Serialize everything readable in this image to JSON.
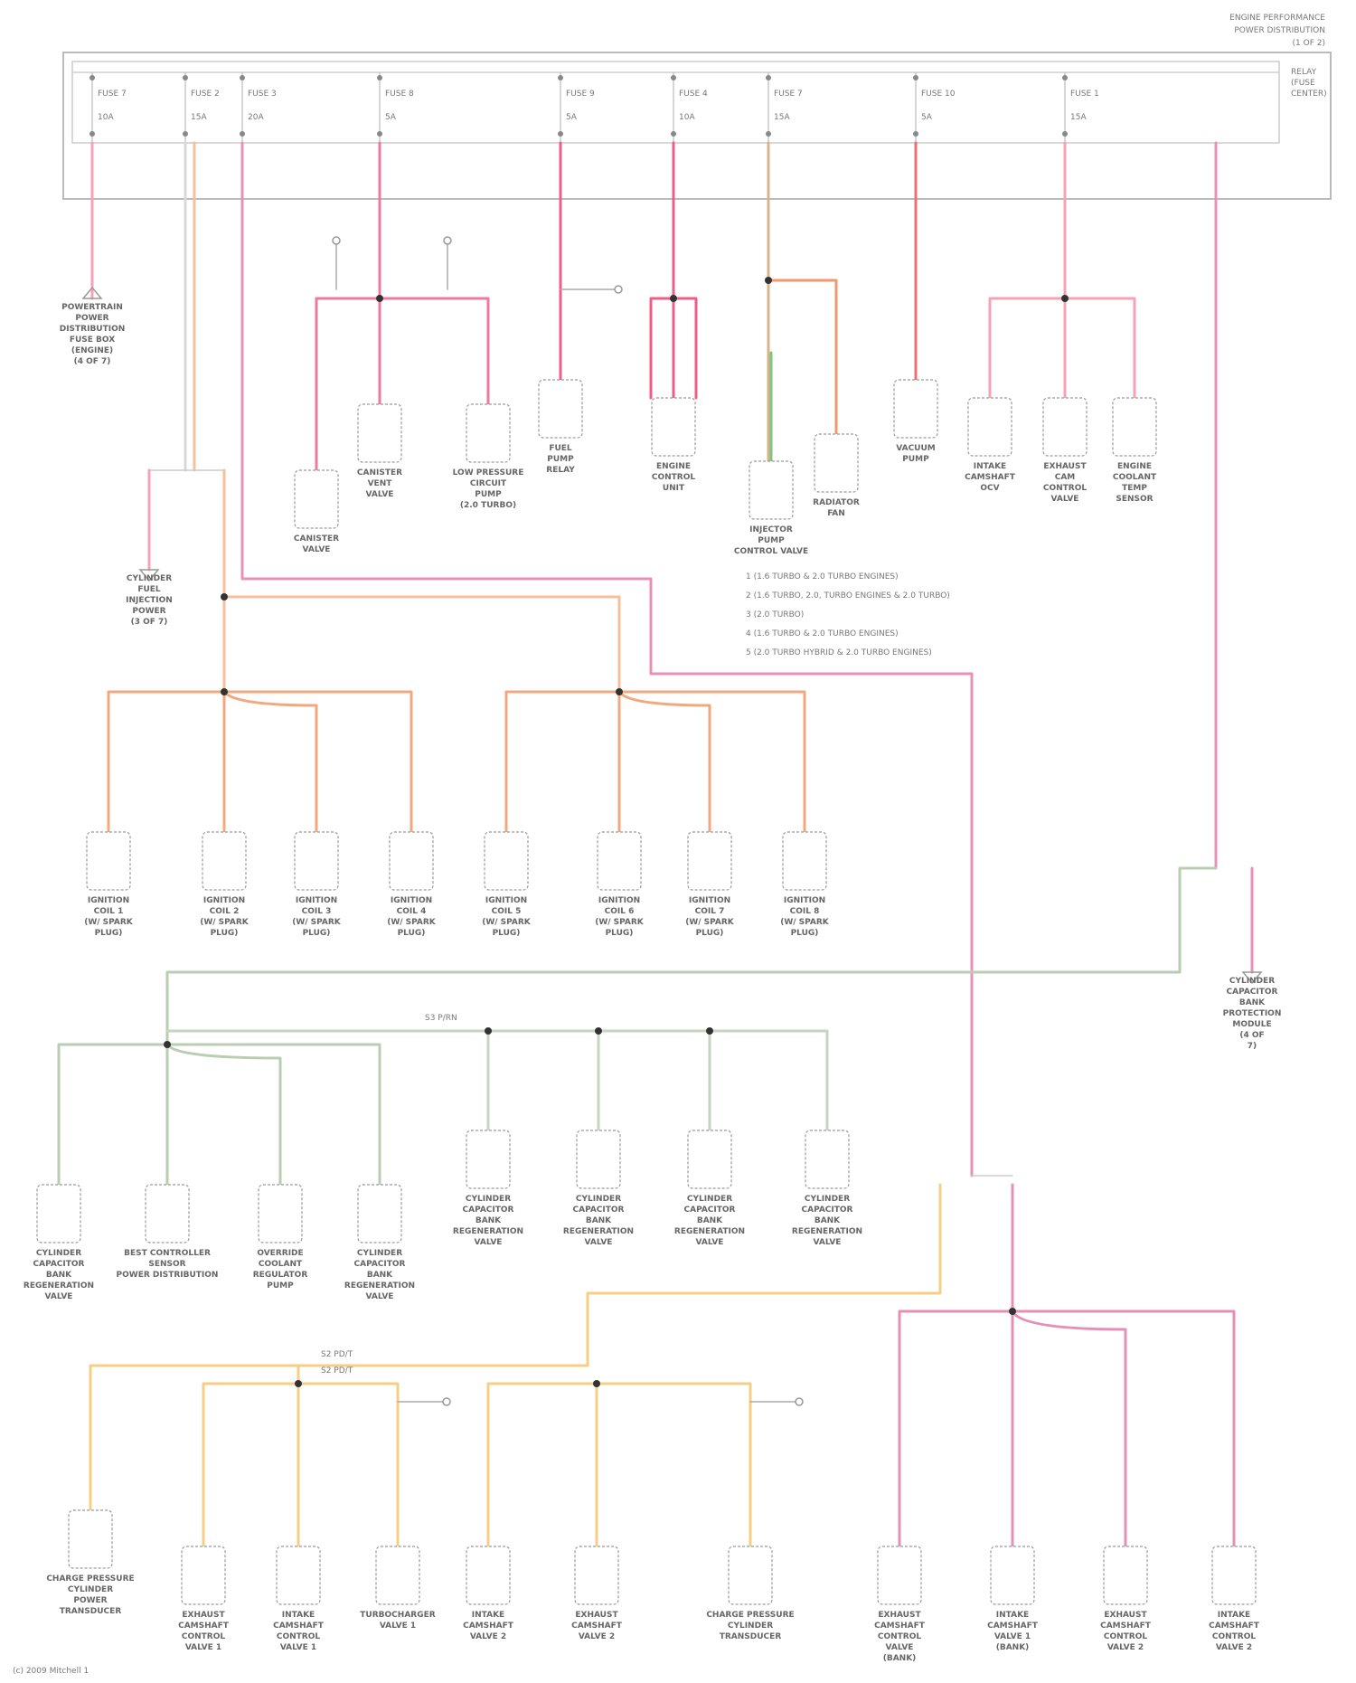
{
  "header": {
    "title_lines": [
      "ENGINE PERFORMANCE",
      "POWER DISTRIBUTION",
      "(1 OF 2)"
    ]
  },
  "fuse_box": {
    "label_lines": [
      "RELAY",
      "(FUSE",
      "CENTER)"
    ],
    "fuses": [
      {
        "label": "FUSE 7",
        "rating": "10A"
      },
      {
        "label": "FUSE 2",
        "rating": "15A"
      },
      {
        "label": "FUSE 3",
        "rating": "20A"
      },
      {
        "label": "FUSE 8",
        "rating": "5A"
      },
      {
        "label": "FUSE 9",
        "rating": "5A"
      },
      {
        "label": "FUSE 4",
        "rating": "10A"
      },
      {
        "label": "FUSE 7",
        "rating": "15A"
      },
      {
        "label": "FUSE 10",
        "rating": "5A"
      },
      {
        "label": "FUSE 1",
        "rating": "15A"
      }
    ]
  },
  "notes": [
    "1  (1.6 TURBO & 2.0 TURBO ENGINES)",
    "2  (1.6 TURBO, 2.0, TURBO ENGINES & 2.0 TURBO)",
    "3  (2.0 TURBO)",
    "4  (1.6 TURBO & 2.0 TURBO ENGINES)",
    "5  (2.0 TURBO HYBRID & 2.0 TURBO ENGINES)"
  ],
  "components": [
    {
      "id": "pdb",
      "lines": [
        "POWERTRAIN",
        "POWER",
        "DISTRIBUTION",
        "FUSE BOX",
        "(ENGINE)",
        "(4 OF 7)"
      ]
    },
    {
      "id": "fcl",
      "lines": [
        "CYLINDER",
        "FUEL",
        "INJECTION",
        "POWER",
        "(3 OF 7)"
      ]
    },
    {
      "id": "cv",
      "lines": [
        "CANISTER",
        "VALVE"
      ]
    },
    {
      "id": "cvv",
      "lines": [
        "CANISTER",
        "VENT",
        "VALVE"
      ]
    },
    {
      "id": "lcs",
      "lines": [
        "LOW PRESSURE",
        "CIRCUIT",
        "PUMP",
        "(2.0 TURBO)"
      ]
    },
    {
      "id": "fuel",
      "lines": [
        "FUEL",
        "PUMP",
        "RELAY"
      ]
    },
    {
      "id": "ecm",
      "lines": [
        "ENGINE",
        "CONTROL",
        "UNIT"
      ]
    },
    {
      "id": "inj",
      "lines": [
        "INJECTOR",
        "PUMP",
        "CONTROL VALVE"
      ]
    },
    {
      "id": "fan",
      "lines": [
        "RADIATOR",
        "FAN"
      ]
    },
    {
      "id": "vtl",
      "lines": [
        "VACUUM",
        "PUMP"
      ]
    },
    {
      "id": "ocv1",
      "lines": [
        "INTAKE",
        "CAMSHAFT",
        "OCV"
      ]
    },
    {
      "id": "ocv2",
      "lines": [
        "EXHAUST",
        "CAM",
        "CONTROL",
        "VALVE"
      ]
    },
    {
      "id": "ocv3",
      "lines": [
        "ENGINE",
        "COOLANT",
        "TEMP",
        "SENSOR"
      ]
    },
    {
      "id": "ic1",
      "lines": [
        "IGNITION",
        "COIL 1",
        "(W/ SPARK",
        "PLUG)"
      ]
    },
    {
      "id": "ic2",
      "lines": [
        "IGNITION",
        "COIL 2",
        "(W/ SPARK",
        "PLUG)"
      ]
    },
    {
      "id": "ic3",
      "lines": [
        "IGNITION",
        "COIL 3",
        "(W/ SPARK",
        "PLUG)"
      ]
    },
    {
      "id": "ic4",
      "lines": [
        "IGNITION",
        "COIL 4",
        "(W/ SPARK",
        "PLUG)"
      ]
    },
    {
      "id": "ic5",
      "lines": [
        "IGNITION",
        "COIL 5",
        "(W/ SPARK",
        "PLUG)"
      ]
    },
    {
      "id": "ic6",
      "lines": [
        "IGNITION",
        "COIL 6",
        "(W/ SPARK",
        "PLUG)"
      ]
    },
    {
      "id": "ic7",
      "lines": [
        "IGNITION",
        "COIL 7",
        "(W/ SPARK",
        "PLUG)"
      ]
    },
    {
      "id": "ic8",
      "lines": [
        "IGNITION",
        "COIL 8",
        "(W/ SPARK",
        "PLUG)"
      ]
    },
    {
      "id": "spl",
      "lines": [
        "CYLINDER",
        "CAPACITOR",
        "BANK",
        "PROTECTION",
        "MODULE",
        "(4 OF",
        "7)"
      ]
    },
    {
      "id": "o1",
      "lines": [
        "CYLINDER",
        "CAPACITOR",
        "BANK",
        "REGENERATION",
        "VALVE"
      ]
    },
    {
      "id": "o2",
      "lines": [
        "BEST CONTROLLER",
        "SENSOR",
        "POWER DISTRIBUTION"
      ]
    },
    {
      "id": "o3",
      "lines": [
        "OVERRIDE",
        "COOLANT",
        "REGULATOR",
        "PUMP"
      ]
    },
    {
      "id": "o4",
      "lines": [
        "CYLINDER",
        "CAPACITOR",
        "BANK",
        "REGENERATION",
        "VALVE"
      ]
    },
    {
      "id": "o5",
      "lines": [
        "CYLINDER",
        "CAPACITOR",
        "BANK",
        "REGENERATION",
        "VALVE"
      ]
    },
    {
      "id": "o6",
      "lines": [
        "CYLINDER",
        "CAPACITOR",
        "BANK",
        "REGENERATION",
        "VALVE"
      ]
    },
    {
      "id": "o7",
      "lines": [
        "CYLINDER",
        "CAPACITOR",
        "BANK",
        "REGENERATION",
        "VALVE"
      ]
    },
    {
      "id": "o8",
      "lines": [
        "CYLINDER",
        "CAPACITOR",
        "BANK",
        "REGENERATION",
        "VALVE"
      ]
    },
    {
      "id": "y1",
      "lines": [
        "CHARGE PRESSURE",
        "CYLINDER",
        "POWER",
        "TRANSDUCER"
      ]
    },
    {
      "id": "y2",
      "lines": [
        "EXHAUST",
        "CAMSHAFT",
        "CONTROL",
        "VALVE 1"
      ]
    },
    {
      "id": "y3",
      "lines": [
        "INTAKE",
        "CAMSHAFT",
        "CONTROL",
        "VALVE 1"
      ]
    },
    {
      "id": "y4",
      "lines": [
        "TURBOCHARGER",
        "VALVE 1"
      ]
    },
    {
      "id": "y5",
      "lines": [
        "INTAKE",
        "CAMSHAFT",
        "VALVE 2"
      ]
    },
    {
      "id": "y6",
      "lines": [
        "EXHAUST",
        "CAMSHAFT",
        "VALVE 2"
      ]
    },
    {
      "id": "y7",
      "lines": [
        "CHARGE PRESSURE",
        "CYLINDER",
        "TRANSDUCER"
      ]
    },
    {
      "id": "p1",
      "lines": [
        "EXHAUST",
        "CAMSHAFT",
        "CONTROL",
        "VALVE",
        "(BANK)"
      ]
    },
    {
      "id": "p2",
      "lines": [
        "INTAKE",
        "CAMSHAFT",
        "VALVE 1",
        "(BANK)"
      ]
    },
    {
      "id": "p3",
      "lines": [
        "EXHAUST",
        "CAMSHAFT",
        "CONTROL",
        "VALVE 2"
      ]
    },
    {
      "id": "p4",
      "lines": [
        "INTAKE",
        "CAMSHAFT",
        "CONTROL",
        "VALVE 2"
      ]
    }
  ],
  "splice_labels": {
    "green_bus": "S3 P/RN",
    "yellow_bus_1": "S2 PD/T",
    "yellow_bus_2": "S2 PD/T"
  },
  "footer": "(c) 2009 Mitchell 1"
}
